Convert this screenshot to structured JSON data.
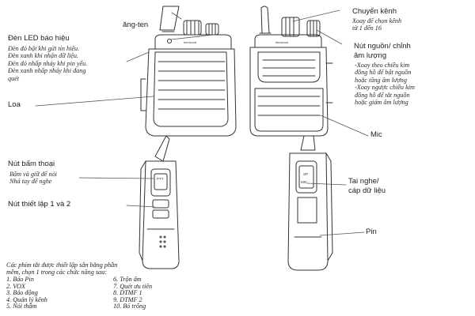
{
  "labels": {
    "antenna": "ăng-ten",
    "led": "Đèn LED báo hiệu",
    "channel": "Chuyển kênh",
    "power_volume": [
      "Nút nguồn/ chỉnh",
      "âm lượng"
    ],
    "speaker": "Loa",
    "mic": "Mic",
    "ptt": "Nút bấm thoại",
    "setup": "Nút thiết lập 1 và 2",
    "earphone": [
      "Tai nghe/",
      "cáp dữ liệu"
    ],
    "battery": "Pin"
  },
  "notes": {
    "channel": [
      "Xoay để chọn kênh",
      "từ 1 đến 16"
    ],
    "led": [
      "Đèn đỏ bật khi gửi tín hiệu.",
      "Đèn xanh khi nhận dữ liệu.",
      "Đèn đỏ nhấp nháy khi pin yếu.",
      "Đèn xanh nhấp nháy khi đang",
      "quét"
    ],
    "power": [
      "-Xoay theo chiều kim",
      "đồng hồ để bật nguồn",
      "hoặc tăng âm lượng",
      "-Xoay ngược chiều kim",
      "đồng hồ để tắt nguồn",
      "hoặc giảm âm lượng"
    ],
    "ptt": [
      "Bấm và giữ để nói",
      "Nhả tay để nghe"
    ]
  },
  "device_text": {
    "brand": "kenwood",
    "side_top": "PTT",
    "side_right_1": "SP",
    "side_right_2": "MIC"
  },
  "shortcuts": {
    "intro": [
      "Các phím tắt được thiết lập sẵn bằng phần",
      "mềm, chọn 1 trong các chức năng sau:"
    ],
    "col1": [
      "1. Báo Pin",
      "2. VOX",
      "3. Báo động",
      "4. Quản lý kênh",
      "5. Nói thầm"
    ],
    "col2": [
      "6. Trộn âm",
      "7. Quét ưu tiên",
      "8. DTMF 1",
      "9. DTMF 2",
      "10. Bỏ trống"
    ]
  }
}
